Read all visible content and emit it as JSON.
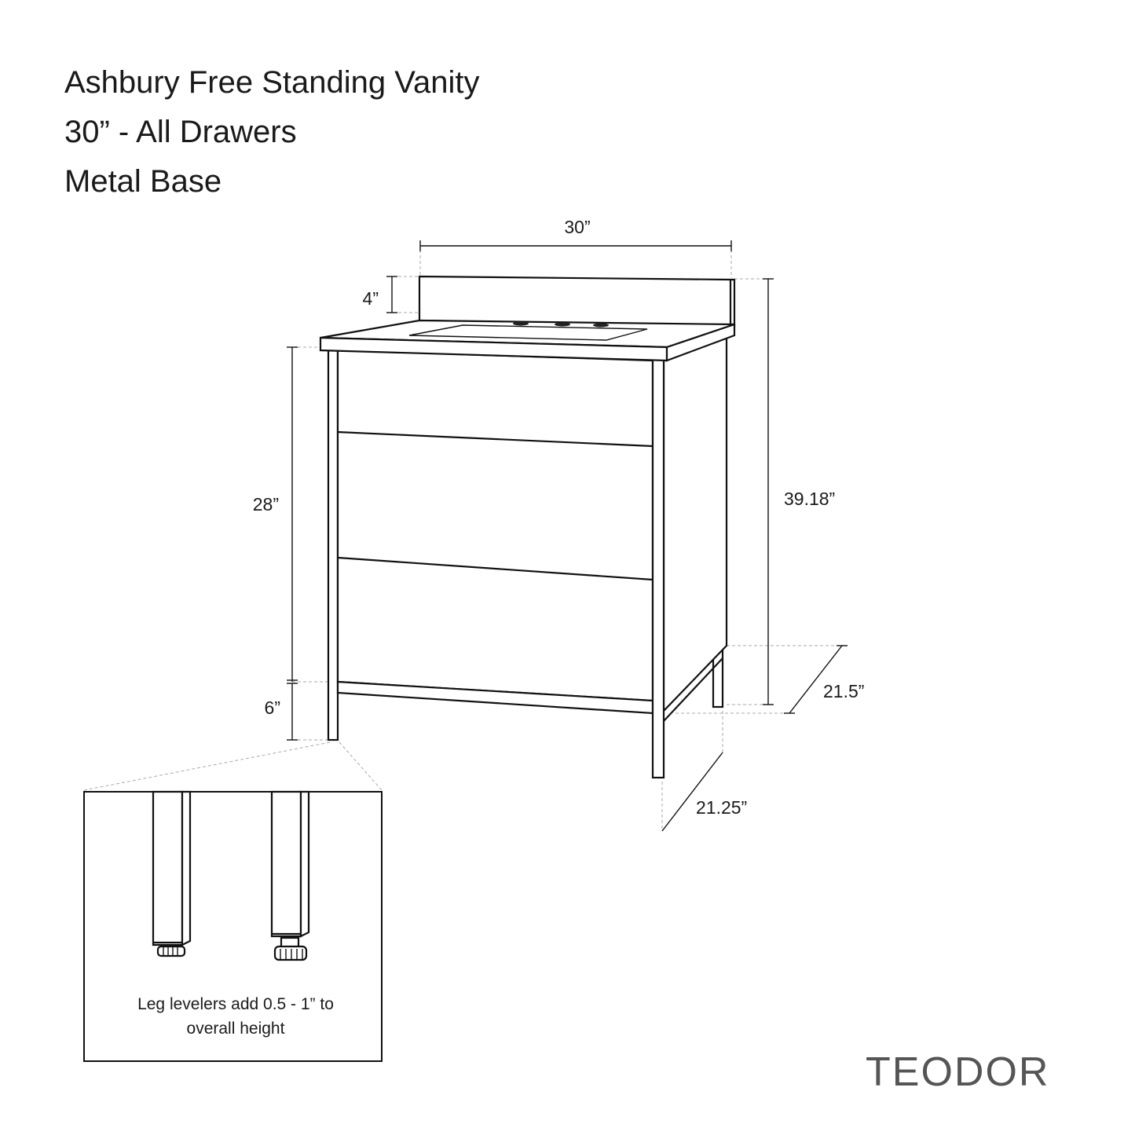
{
  "title": {
    "line1": "Ashbury Free Standing Vanity",
    "line2": "30” - All Drawers",
    "line3": "Metal Base"
  },
  "dimensions": {
    "width": "30”",
    "backsplash": "4”",
    "cabinet_height": "28”",
    "leg_height": "6”",
    "overall_height": "39.18”",
    "top_depth": "21.5”",
    "base_depth": "21.25”"
  },
  "inset": {
    "note_line1": "Leg levelers add 0.5 - 1” to",
    "note_line2": "overall height"
  },
  "brand": "TEODOR"
}
